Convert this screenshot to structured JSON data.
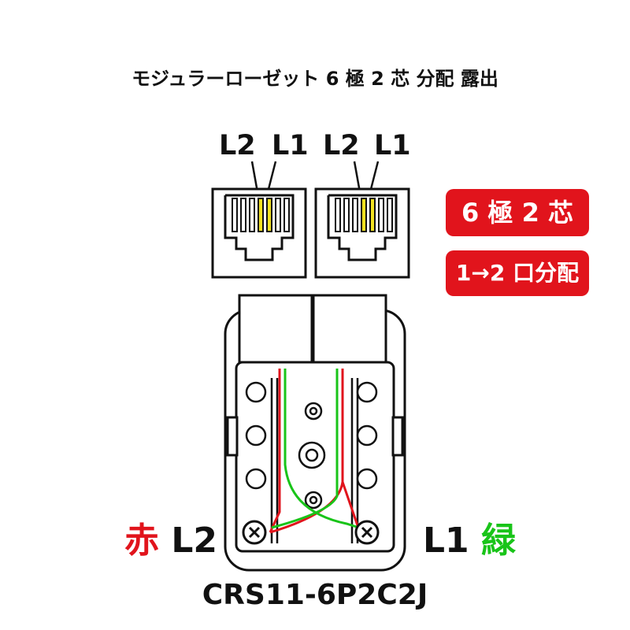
{
  "title": "モジュラーローゼット 6 極 2 芯 分配 露出",
  "jack_left": {
    "pin_l2": "L2",
    "pin_l1": "L1"
  },
  "jack_right": {
    "pin_l2": "L2",
    "pin_l1": "L1"
  },
  "badges": {
    "poles": "6 極 2 芯",
    "distribution": "1→2 口分配"
  },
  "wires": {
    "left": {
      "color_label": "赤",
      "line_label": "L2",
      "color": "#e1141c"
    },
    "right": {
      "line_label": "L1",
      "color_label": "緑",
      "color": "#19c419"
    }
  },
  "model": "CRS11-6P2C2J",
  "colors": {
    "pin_highlight": "#f0e020",
    "badge_bg": "#e1141c",
    "outline": "#111111"
  }
}
